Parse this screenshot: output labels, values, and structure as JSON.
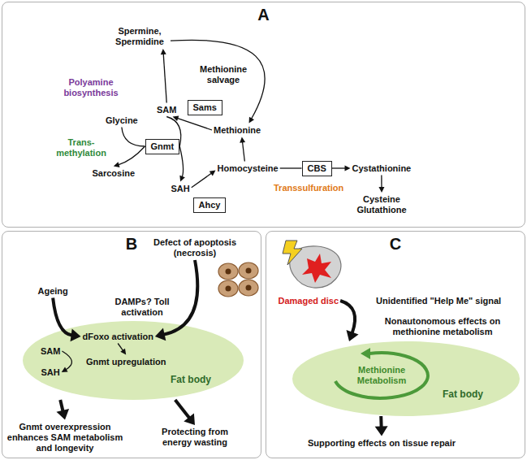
{
  "diagram": {
    "nodes": [
      {
        "text": [
          "A"
        ]
      },
      {
        "text": [
          "Spermine, Spermidine"
        ],
        "in": 0
      },
      {
        "text": [
          "SAM"
        ],
        "in": 0
      },
      {
        "text": [
          "Sams"
        ],
        "in": 0
      },
      {
        "text": [
          "Methionine"
        ],
        "in": 0
      },
      {
        "text": [
          "Glycine"
        ],
        "in": 0
      },
      {
        "text": [
          "Gnmt"
        ],
        "in": 0
      },
      {
        "text": [
          "Sarcosine"
        ],
        "in": 0
      },
      {
        "text": [
          "SAH"
        ],
        "in": 0
      },
      {
        "text": [
          "Ahcy"
        ],
        "in": 0
      },
      {
        "text": [
          "Homocysteine"
        ],
        "in": 0
      },
      {
        "text": [
          "CBS"
        ],
        "in": 0
      },
      {
        "text": [
          "Cystathionine"
        ],
        "in": 0
      },
      {
        "text": [
          "Cysteine Glutathione"
        ],
        "in": 0
      },
      {
        "text": [
          "B"
        ]
      },
      {
        "text": [
          "Defect of apoptosis (necrosis)"
        ],
        "in": 14
      },
      {
        "text": [
          "Ageing"
        ],
        "in": 14
      },
      {
        "text": [
          "Fat body"
        ],
        "in": 14
      },
      {
        "text": [
          "dFoxo activation"
        ],
        "in": 17
      },
      {
        "text": [
          "Gnmt upregulation"
        ],
        "in": 17
      },
      {
        "text": [
          "SAM"
        ],
        "in": 17
      },
      {
        "text": [
          "SAH"
        ],
        "in": 17
      },
      {
        "text": [
          "Gnmt overexpression enhances SAM metabolism and longevity"
        ],
        "in": 14
      },
      {
        "text": [
          "Protecting from energy wasting"
        ],
        "in": 14
      },
      {
        "text": [
          "C"
        ]
      },
      {
        "text": [
          "Damaged disc"
        ],
        "in": 24
      },
      {
        "text": [
          "Fat body"
        ],
        "in": 24
      },
      {
        "text": [
          "Methionine Metabolism"
        ],
        "in": 26
      },
      {
        "text": [
          "Supporting effects on tissue repair"
        ],
        "in": 24
      }
    ],
    "edges": [
      {
        "from": 2,
        "to": 1,
        "arrow": "to"
      },
      {
        "from": 1,
        "to": 4,
        "arrow": "to"
      },
      {
        "from": 4,
        "to": 2,
        "arrow": "to"
      },
      {
        "from": 2,
        "to": 6,
        "arrow": "none"
      },
      {
        "from": 6,
        "to": 8,
        "arrow": "to"
      },
      {
        "from": 5,
        "to": 6,
        "arrow": "none"
      },
      {
        "from": 6,
        "to": 7,
        "arrow": "to"
      },
      {
        "from": 8,
        "to": 10,
        "arrow": "to"
      },
      {
        "from": 10,
        "to": 4,
        "arrow": "to"
      },
      {
        "from": 10,
        "to": 11,
        "arrow": "none"
      },
      {
        "from": 11,
        "to": 12,
        "arrow": "to"
      },
      {
        "from": 12,
        "to": 13,
        "arrow": "to"
      },
      {
        "from": 16,
        "to": 18,
        "arrow": "to"
      },
      {
        "from": 15,
        "to": 18,
        "arrow": "to"
      },
      {
        "from": 18,
        "to": 19,
        "arrow": "to"
      },
      {
        "from": 20,
        "to": 21,
        "arrow": "to"
      },
      {
        "from": 17,
        "to": 22,
        "arrow": "to"
      },
      {
        "from": 17,
        "to": 23,
        "arrow": "to"
      },
      {
        "from": 25,
        "to": 26,
        "arrow": "to"
      },
      {
        "from": 26,
        "to": 28,
        "arrow": "to"
      }
    ],
    "labels": [
      "Polyamine biosynthesis",
      "Methionine salvage",
      "Trans-methylation",
      "Transsulfuration",
      "DAMPs? Toll activation",
      "Unidentified \"Help Me\" signal",
      "Nonautonomous effects on methionine metabolism"
    ]
  }
}
